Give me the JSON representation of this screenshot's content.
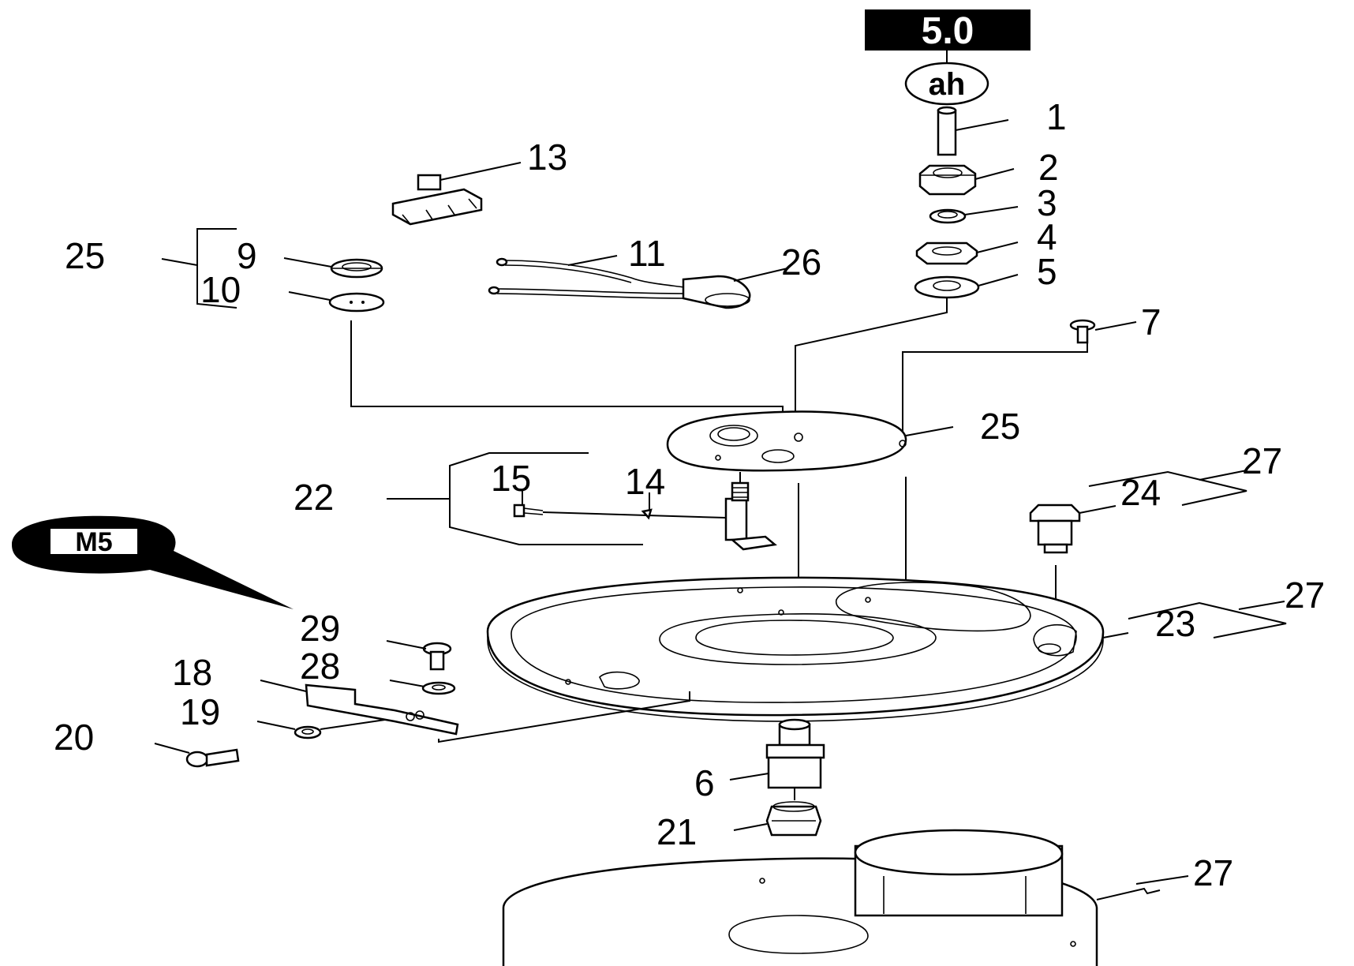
{
  "section_badge": "5.0",
  "variant_badge": "ah",
  "callout_badge": "M5",
  "labels": {
    "p1": "1",
    "p2": "2",
    "p3": "3",
    "p4": "4",
    "p5": "5",
    "p6": "6",
    "p7": "7",
    "p9": "9",
    "p10": "10",
    "p11": "11",
    "p13": "13",
    "p14": "14",
    "p15": "15",
    "p18": "18",
    "p19": "19",
    "p20": "20",
    "p21": "21",
    "p22": "22",
    "p23": "23",
    "p24": "24",
    "p25a": "25",
    "p25b": "25",
    "p26": "26",
    "p27a": "27",
    "p27b": "27",
    "p27c": "27",
    "p28": "28",
    "p29": "29"
  }
}
